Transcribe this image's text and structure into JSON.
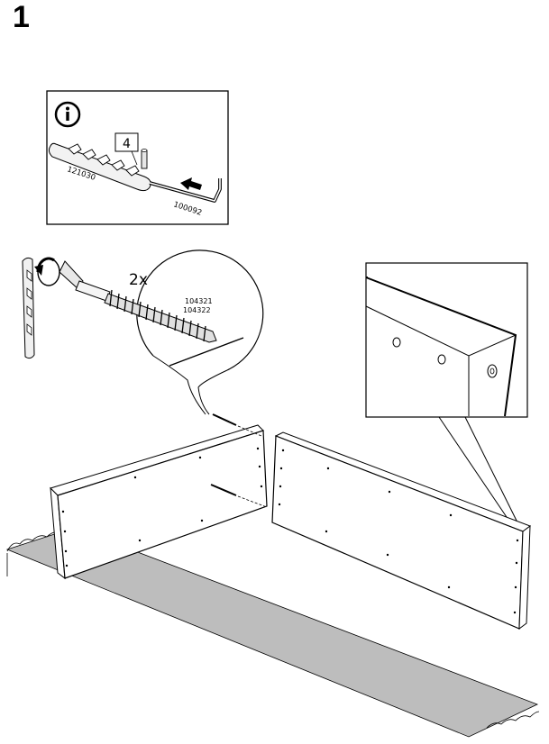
{
  "step": {
    "number": "1"
  },
  "info_box": {
    "quantity": "4",
    "part_tool": "121030",
    "part_key": "100092"
  },
  "screw_callout": {
    "count": "2x",
    "part_a": "104321",
    "part_b": "104322"
  }
}
